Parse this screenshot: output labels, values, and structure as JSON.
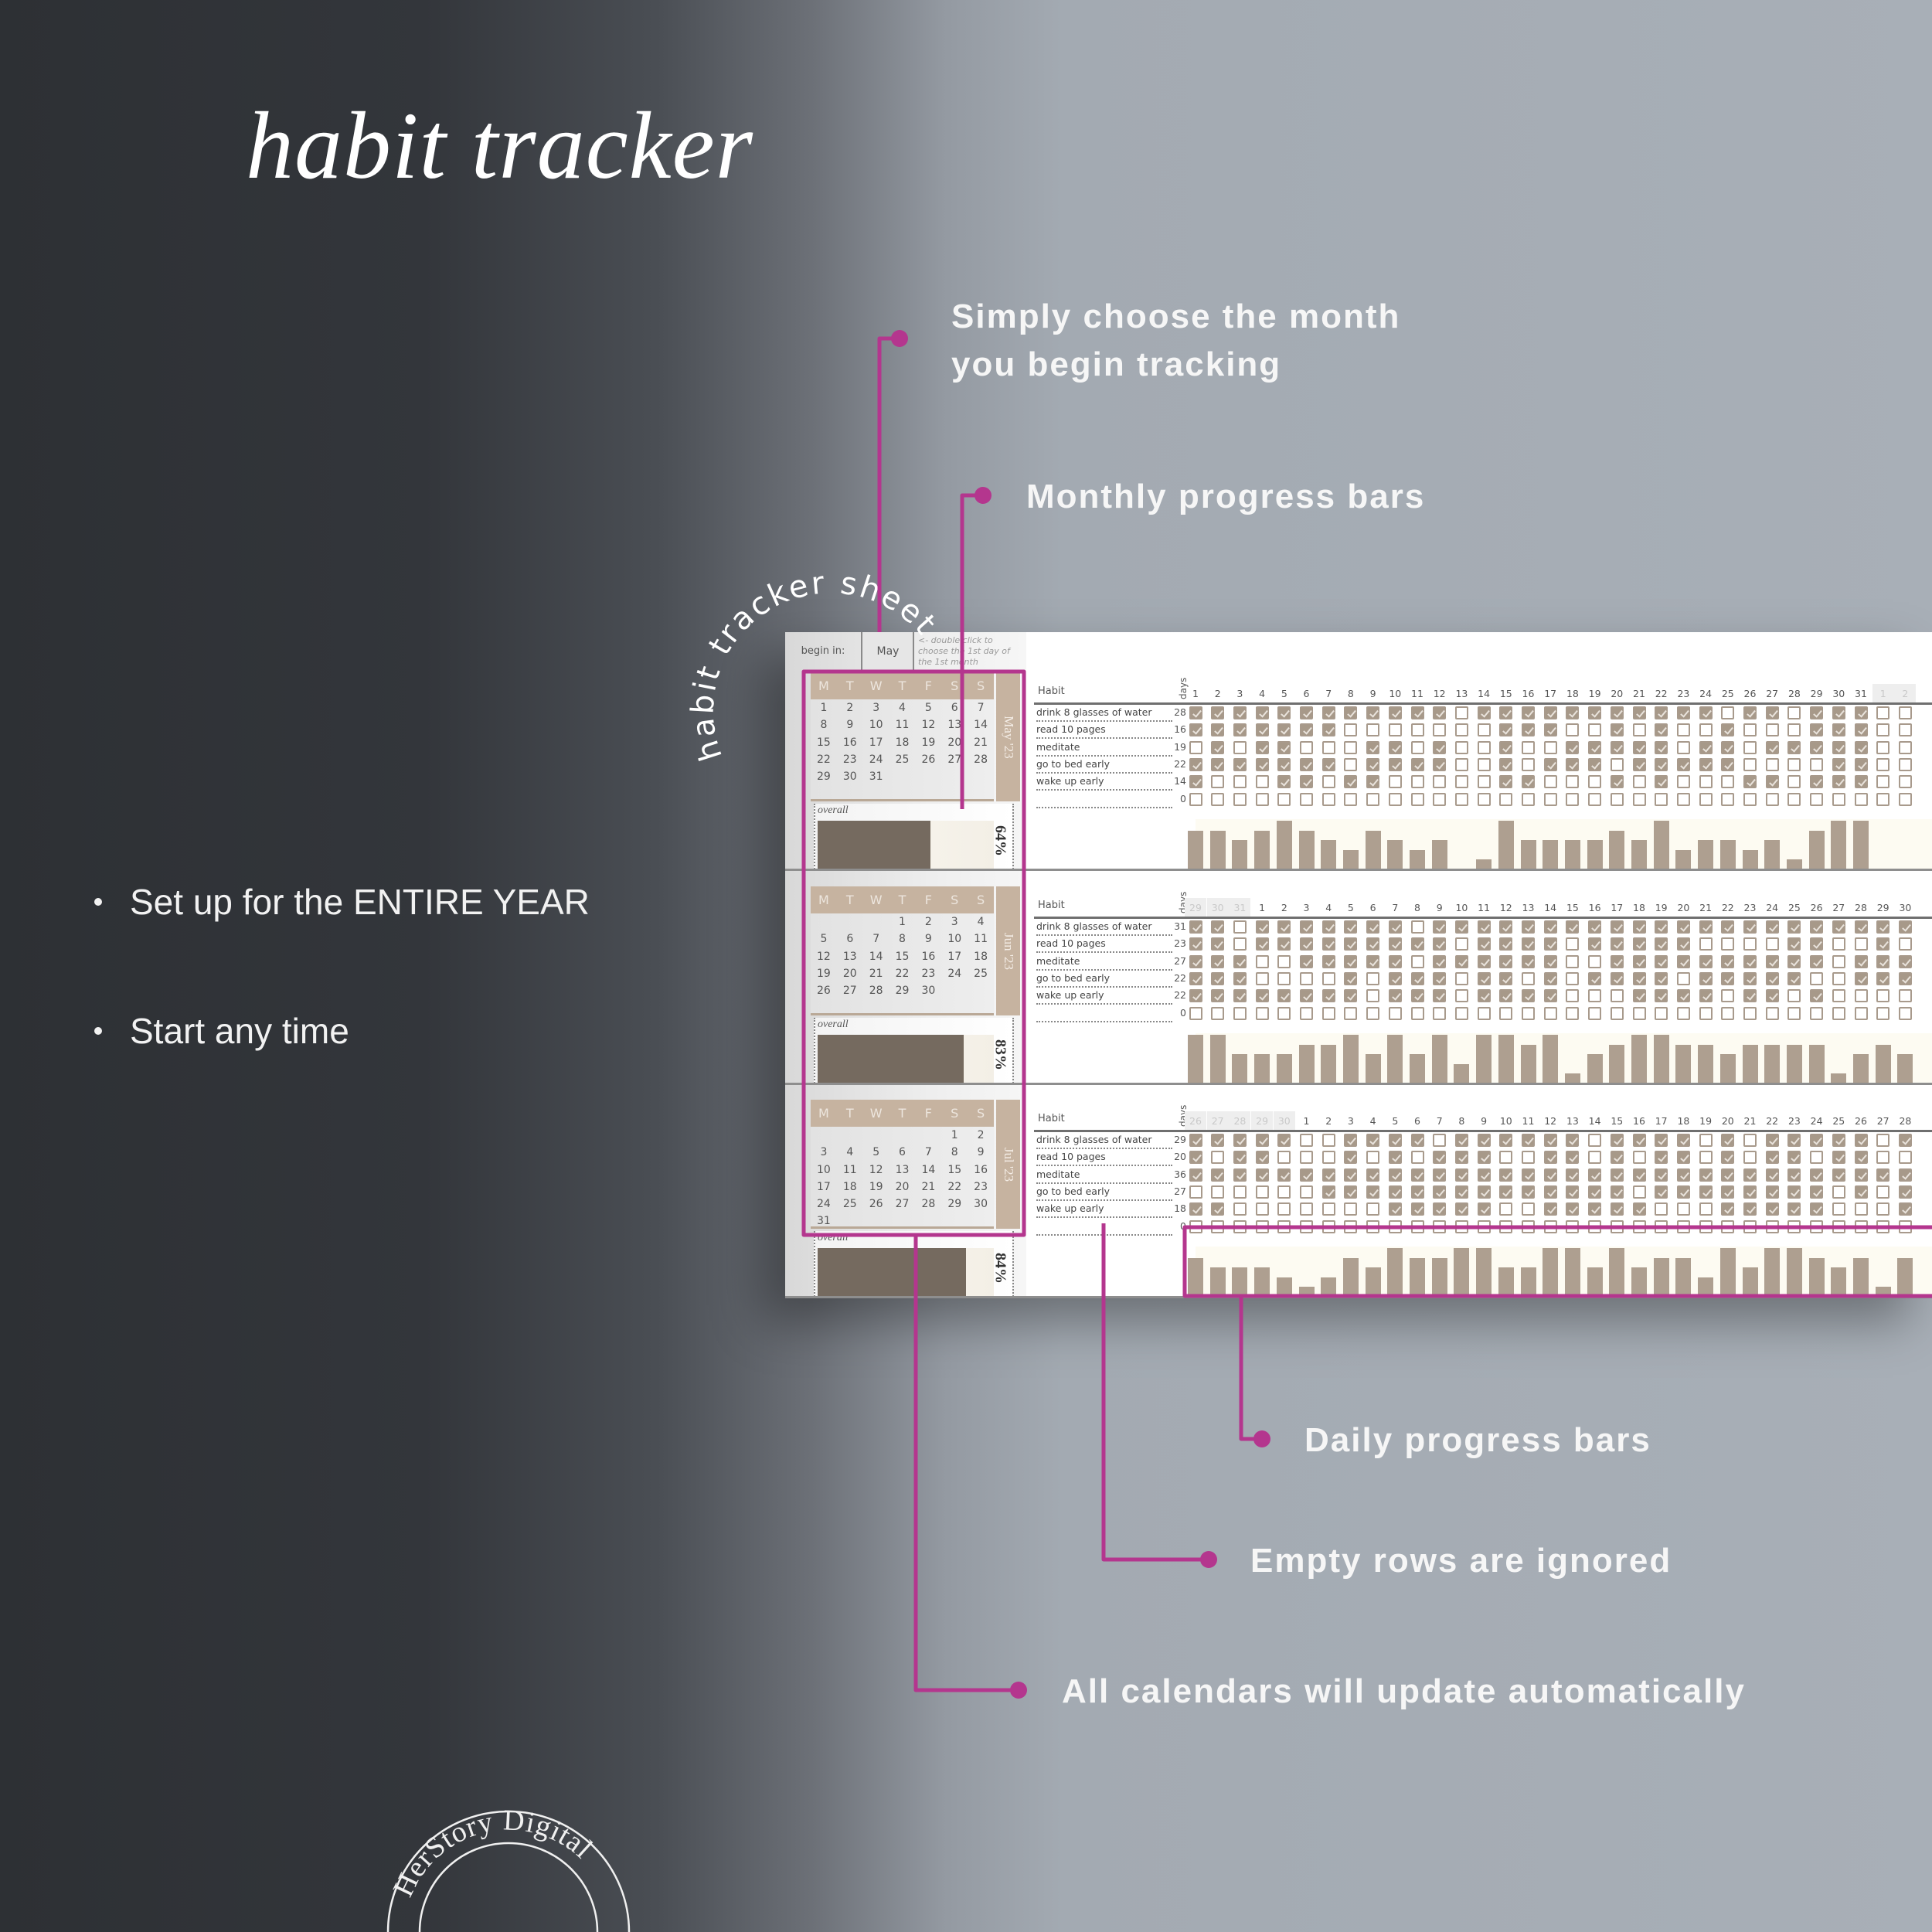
{
  "title": "habit tracker",
  "arc_label": "habit tracker sheet",
  "bullets": [
    "Set up for the ENTIRE YEAR",
    "Start any time"
  ],
  "callouts": {
    "choose_month_line1": "Simply choose the month",
    "choose_month_line2": "you begin tracking",
    "monthly_bars": "Monthly progress bars",
    "daily_bars": "Daily progress bars",
    "empty_rows": "Empty rows are ignored",
    "calendars_update": "All calendars will update automatically"
  },
  "logo": "HerStory Digital",
  "colors": {
    "accent": "#b4368e",
    "tan": "#c6b3a0",
    "check": "#a79989",
    "bar": "#ae9f90",
    "overall": "#756a5f"
  },
  "sheet": {
    "begin_label": "begin in:",
    "begin_value": "May",
    "begin_hint": "<- double click to choose the 1st day of the 1st month",
    "weekdays": [
      "M",
      "T",
      "W",
      "T",
      "F",
      "S",
      "S"
    ],
    "overall_label": "overall",
    "habit_header": "Habit",
    "days_header": "days",
    "sections": [
      {
        "month_label": "May '23",
        "overall_pct": 64,
        "overall_text": "64%",
        "weeks": [
          [
            "1",
            "2",
            "3",
            "4",
            "5",
            "6",
            "7"
          ],
          [
            "8",
            "9",
            "10",
            "11",
            "12",
            "13",
            "14"
          ],
          [
            "15",
            "16",
            "17",
            "18",
            "19",
            "20",
            "21"
          ],
          [
            "22",
            "23",
            "24",
            "25",
            "26",
            "27",
            "28"
          ],
          [
            "29",
            "30",
            "31",
            "",
            "",
            "",
            ""
          ]
        ],
        "columns": [
          "1",
          "2",
          "3",
          "4",
          "5",
          "6",
          "7",
          "8",
          "9",
          "10",
          "11",
          "12",
          "13",
          "14",
          "15",
          "16",
          "17",
          "18",
          "19",
          "20",
          "21",
          "22",
          "23",
          "24",
          "25",
          "26",
          "27",
          "28",
          "29",
          "30",
          "31",
          "1",
          "2"
        ],
        "muted_columns": [
          31,
          32
        ],
        "habits": [
          {
            "name": "drink 8 glasses of water",
            "days": "28",
            "checks": "111111111111011111111111011011100"
          },
          {
            "name": "read 10 pages",
            "days": "16",
            "checks": "111111100000001110010100100011100"
          },
          {
            "name": "meditate",
            "days": "19",
            "checks": "010110001101001001111101101111100"
          },
          {
            "name": "go to bed early",
            "days": "22",
            "checks": "111111101111001011101111100001100"
          },
          {
            "name": "wake up early",
            "days": "14",
            "checks": "100011011000001100010100011011100"
          },
          {
            "name": "",
            "days": "0",
            "checks": "000000000000000000000000000000000"
          }
        ]
      },
      {
        "month_label": "Jun '23",
        "overall_pct": 83,
        "overall_text": "83%",
        "weeks": [
          [
            "",
            "",
            "",
            "1",
            "2",
            "3",
            "4"
          ],
          [
            "5",
            "6",
            "7",
            "8",
            "9",
            "10",
            "11"
          ],
          [
            "12",
            "13",
            "14",
            "15",
            "16",
            "17",
            "18"
          ],
          [
            "19",
            "20",
            "21",
            "22",
            "23",
            "24",
            "25"
          ],
          [
            "26",
            "27",
            "28",
            "29",
            "30",
            "",
            ""
          ]
        ],
        "columns": [
          "29",
          "30",
          "31",
          "1",
          "2",
          "3",
          "4",
          "5",
          "6",
          "7",
          "8",
          "9",
          "10",
          "11",
          "12",
          "13",
          "14",
          "15",
          "16",
          "17",
          "18",
          "19",
          "20",
          "21",
          "22",
          "23",
          "24",
          "25",
          "26",
          "27",
          "28",
          "29",
          "30"
        ],
        "muted_columns": [
          0,
          1,
          2
        ],
        "habits": [
          {
            "name": "drink 8 glasses of water",
            "days": "31",
            "checks": "110111111101111111111111111111111"
          },
          {
            "name": "read 10 pages",
            "days": "23",
            "checks": "110111111111011110111110000110010"
          },
          {
            "name": "meditate",
            "days": "27",
            "checks": "111001111101111110011111111110111"
          },
          {
            "name": "go to bed early",
            "days": "22",
            "checks": "111000010111011010111101111100111"
          },
          {
            "name": "wake up early",
            "days": "22",
            "checks": "111111110111011110001111011010000"
          },
          {
            "name": "",
            "days": "0",
            "checks": "000000000000000000000000000000000"
          }
        ]
      },
      {
        "month_label": "Jul '23",
        "overall_pct": 84,
        "overall_text": "84%",
        "weeks": [
          [
            "",
            "",
            "",
            "",
            "",
            "1",
            "2"
          ],
          [
            "3",
            "4",
            "5",
            "6",
            "7",
            "8",
            "9"
          ],
          [
            "10",
            "11",
            "12",
            "13",
            "14",
            "15",
            "16"
          ],
          [
            "17",
            "18",
            "19",
            "20",
            "21",
            "22",
            "23"
          ],
          [
            "24",
            "25",
            "26",
            "27",
            "28",
            "29",
            "30"
          ],
          [
            "31",
            "",
            "",
            "",
            "",
            "",
            ""
          ]
        ],
        "columns": [
          "26",
          "27",
          "28",
          "29",
          "30",
          "1",
          "2",
          "3",
          "4",
          "5",
          "6",
          "7",
          "8",
          "9",
          "10",
          "11",
          "12",
          "13",
          "14",
          "15",
          "16",
          "17",
          "18",
          "19",
          "20",
          "21",
          "22",
          "23",
          "24",
          "25",
          "26",
          "27",
          "28"
        ],
        "muted_columns": [
          0,
          1,
          2,
          3,
          4
        ],
        "habits": [
          {
            "name": "drink 8 glasses of water",
            "days": "29",
            "checks": "111110011110111111011110101111101"
          },
          {
            "name": "read 10 pages",
            "days": "20",
            "checks": "101100010101110011010110101101100"
          },
          {
            "name": "meditate",
            "days": "36",
            "checks": "111111111111111111111111111111111"
          },
          {
            "name": "go to bed early",
            "days": "27",
            "checks": "000000111111111111110111111110101"
          },
          {
            "name": "wake up early",
            "days": "18",
            "checks": "110000000111110011111000111110001"
          },
          {
            "name": "",
            "days": "0",
            "checks": "000000000000000000000000000000000"
          }
        ]
      }
    ]
  }
}
